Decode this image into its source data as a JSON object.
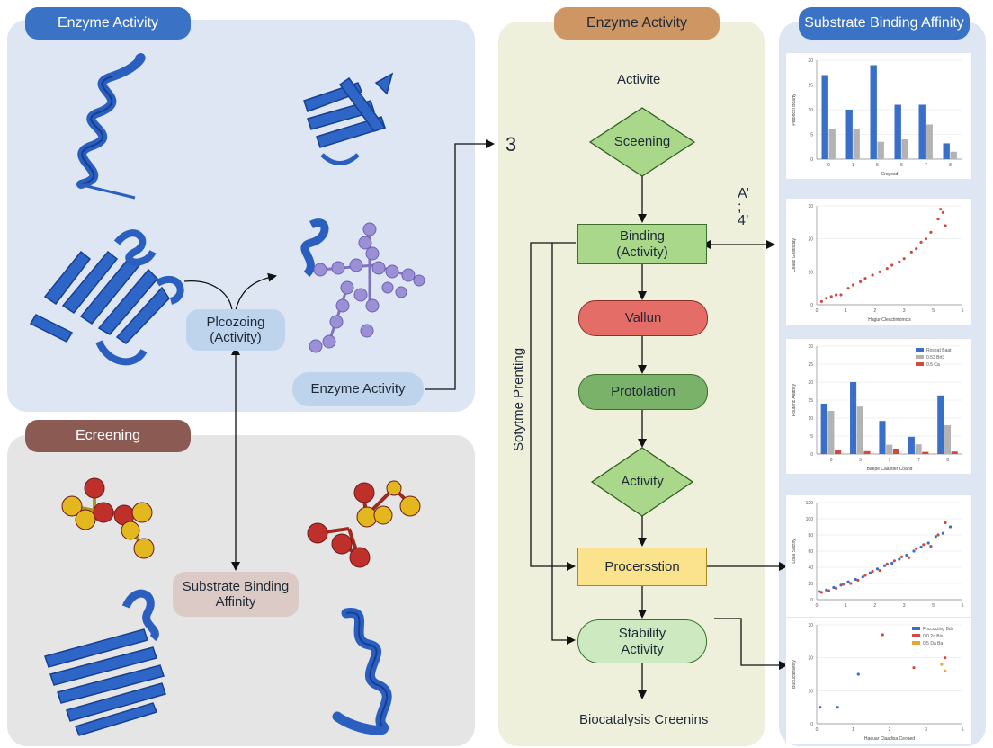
{
  "colors": {
    "panel_blue": "#dde6f2",
    "panel_gray": "#e5e5e6",
    "panel_yellow": "#eef0dc",
    "pill_blue": "#3a73c6",
    "pill_orange": "#cd9663",
    "pill_brown": "#8b5a52",
    "protein_blue": "#2a5fc0",
    "ligand_purple": "#9b8fd6",
    "atom_yellow": "#e2b81e",
    "atom_red": "#c0302a",
    "node_green": "#a9d88b",
    "node_red": "#e46d68",
    "node_darkgreen": "#7bb26a",
    "node_yellow": "#fbe28d",
    "node_lightgreen": "#cde9bf"
  },
  "left_top": {
    "header": "Enzyme Activity",
    "center_node": "Plcozoing\n(Activity)",
    "enzyme_node": "Enzyme Activity"
  },
  "left_bottom": {
    "header": "Ecreening",
    "substrate_node": "Substrate Binding\nAffinity"
  },
  "middle": {
    "header": "Enzyme Activity",
    "start_label": "Activite",
    "side_label": "Sotytme Prenting",
    "arrow_label": "3",
    "annotation": "A’\n;\n4’",
    "nodes": {
      "screening": "Sceening",
      "binding": "Binding\n(Activity)",
      "vallun": "Vallun",
      "protolation": "Protolation",
      "activity": "Activity",
      "procersstion": "Procersstion",
      "stability": "Stability\nActivity"
    },
    "end_label": "Biocatalysis Creenins"
  },
  "right": {
    "header": "Substrate Binding Affinity"
  },
  "chart_data": [
    {
      "type": "bar",
      "categories": [
        "0",
        "1",
        "5",
        "5",
        "7",
        "8"
      ],
      "series": [
        {
          "values": [
            17,
            10,
            19,
            11,
            11,
            3.2
          ]
        },
        {
          "values": [
            6,
            6,
            3.5,
            4,
            7,
            1.5
          ]
        }
      ],
      "ylim": [
        0,
        20
      ],
      "yticks": [
        "0",
        "5",
        "10",
        "15",
        "20"
      ],
      "ylabel": "Petoncel Bdarty",
      "xlabel": "Crayoad"
    },
    {
      "type": "scatter",
      "x": [
        0.2,
        0.4,
        0.6,
        0.8,
        1.0,
        1.3,
        1.5,
        1.8,
        2.0,
        2.3,
        2.6,
        2.9,
        3.1,
        3.4,
        3.6,
        3.9,
        4.1,
        4.3,
        4.5,
        4.7,
        5.0,
        5.1,
        5.2,
        5.3
      ],
      "y": [
        1,
        2,
        2.5,
        3,
        3,
        5,
        6,
        7,
        8,
        9,
        10,
        11,
        12,
        13,
        14,
        16,
        17,
        19,
        20,
        22,
        26,
        29,
        28,
        24
      ],
      "ylim": [
        0,
        30
      ],
      "xlim": [
        0,
        6
      ],
      "yticks": [
        "0",
        "10",
        "20",
        "30"
      ],
      "xticks": [
        "0",
        "1",
        "2",
        "3",
        "5",
        "6"
      ],
      "ylabel": "Ceauc Gastisday",
      "xlabel": "Hagur Cleactintomcis"
    },
    {
      "type": "bar",
      "categories": [
        "0",
        "5",
        "7",
        "7",
        "8"
      ],
      "series": [
        {
          "name": "Roseat Baat",
          "values": [
            14,
            20,
            9.2,
            4.8,
            16.3
          ]
        },
        {
          "name": "0.53 Brt3",
          "values": [
            12,
            13.2,
            2.6,
            2.7,
            8
          ]
        },
        {
          "name": "0.5 Ca",
          "values": [
            1,
            0.8,
            1.5,
            0.6,
            0.7
          ]
        }
      ],
      "ylim": [
        0,
        30
      ],
      "yticks": [
        "0",
        "5",
        "10",
        "15",
        "20",
        "25",
        "30"
      ],
      "ylabel": "Poutanc Aattbity",
      "xlabel": "Baepe Caastter Coand"
    },
    {
      "type": "scatter",
      "series": [
        {
          "name": "blue",
          "x": [
            0.1,
            0.4,
            0.7,
            1.0,
            1.3,
            1.6,
            1.9,
            2.2,
            2.5,
            2.8,
            3.1,
            3.4,
            3.7,
            4.0,
            4.3,
            4.6,
            4.9,
            5.2,
            5.5
          ],
          "y": [
            10,
            12,
            15,
            18,
            22,
            25,
            28,
            33,
            38,
            42,
            45,
            50,
            55,
            60,
            65,
            70,
            78,
            82,
            90
          ]
        },
        {
          "name": "red",
          "x": [
            0.2,
            0.5,
            0.8,
            1.1,
            1.4,
            1.7,
            2.0,
            2.3,
            2.6,
            2.9,
            3.2,
            3.5,
            3.8,
            4.1,
            4.4,
            4.7,
            5.0,
            5.3
          ],
          "y": [
            9,
            11,
            14,
            19,
            20,
            24,
            30,
            35,
            36,
            44,
            48,
            53,
            52,
            63,
            68,
            66,
            80,
            95
          ]
        }
      ],
      "ylim": [
        0,
        120
      ],
      "xlim": [
        0,
        6
      ],
      "yticks": [
        "0",
        "20",
        "40",
        "60",
        "80",
        "100",
        "120"
      ],
      "xticks": [
        "0",
        "1",
        "2",
        "3",
        "5",
        "6"
      ],
      "ylabel": "Loca Suctify",
      "xlabel": ""
    },
    {
      "type": "scatter",
      "series": [
        {
          "name": "Foccucting Bds",
          "x": [
            0.1,
            0.6,
            1.2
          ],
          "y": [
            5,
            5,
            15
          ]
        },
        {
          "name": "0.0 2a Bis",
          "x": [
            1.9,
            2.8,
            3.7
          ],
          "y": [
            27,
            17,
            20
          ]
        },
        {
          "name": "0.5 Da Ba",
          "x": [
            3.6,
            3.7
          ],
          "y": [
            18,
            16
          ]
        }
      ],
      "ylim": [
        0,
        30
      ],
      "xlim": [
        0,
        4.2
      ],
      "yticks": [
        "0",
        "10",
        "20",
        "30"
      ],
      "xticks": [
        "0",
        "1",
        "2",
        "3",
        "5"
      ],
      "ylabel": "Buducteraktity",
      "xlabel": "Haeuar Claadisa Ceoaed"
    }
  ]
}
